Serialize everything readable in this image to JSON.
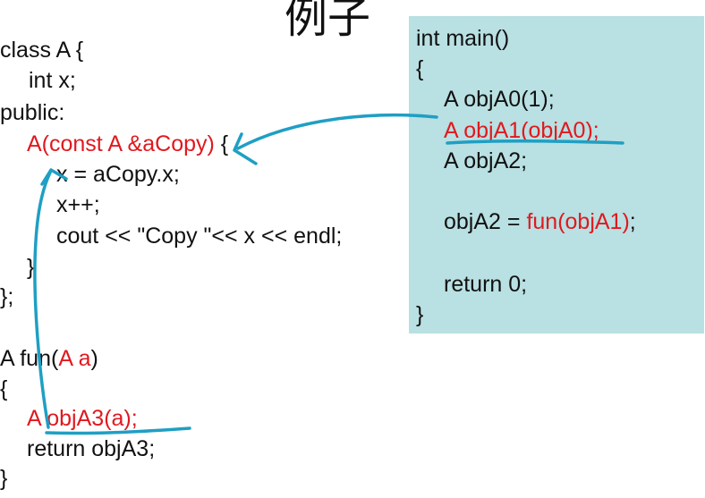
{
  "title": "例子",
  "colors": {
    "code_text": "#111111",
    "highlight": "#e0191f",
    "panel_bg": "#b9e0e2",
    "annotation": "#1f9fc4"
  },
  "class_a": {
    "line1": "class A {",
    "line2": "int x;",
    "line3": "public:",
    "ctor_sig": "A(const A &aCopy)",
    "ctor_brace": " {",
    "body1": "x = aCopy.x;",
    "body2": "x++;",
    "body3": "cout << \"Copy \"<< x << endl;",
    "close_inner": "}",
    "close_outer": "};"
  },
  "fun": {
    "sig_prefix": "A fun(",
    "sig_param": "A a",
    "sig_suffix": ")",
    "open": "{",
    "stmt1_prefix": "A ",
    "stmt1_red": "objA3(a);",
    "stmt2": "return objA3;",
    "close": "}"
  },
  "main": {
    "sig": "int main()",
    "open": "{",
    "stmt1": "A objA0(1);",
    "stmt2": "A objA1(objA0);",
    "stmt3": "A objA2;",
    "stmt4_prefix": "objA2 = ",
    "stmt4_red": "fun(objA1)",
    "stmt4_suffix": ";",
    "stmt5": "return 0;",
    "close": "}"
  },
  "annotations": [
    "underline-objA1",
    "arrow-objA1-to-ctor",
    "underline-objA3",
    "arrow-objA3-to-ctor"
  ]
}
